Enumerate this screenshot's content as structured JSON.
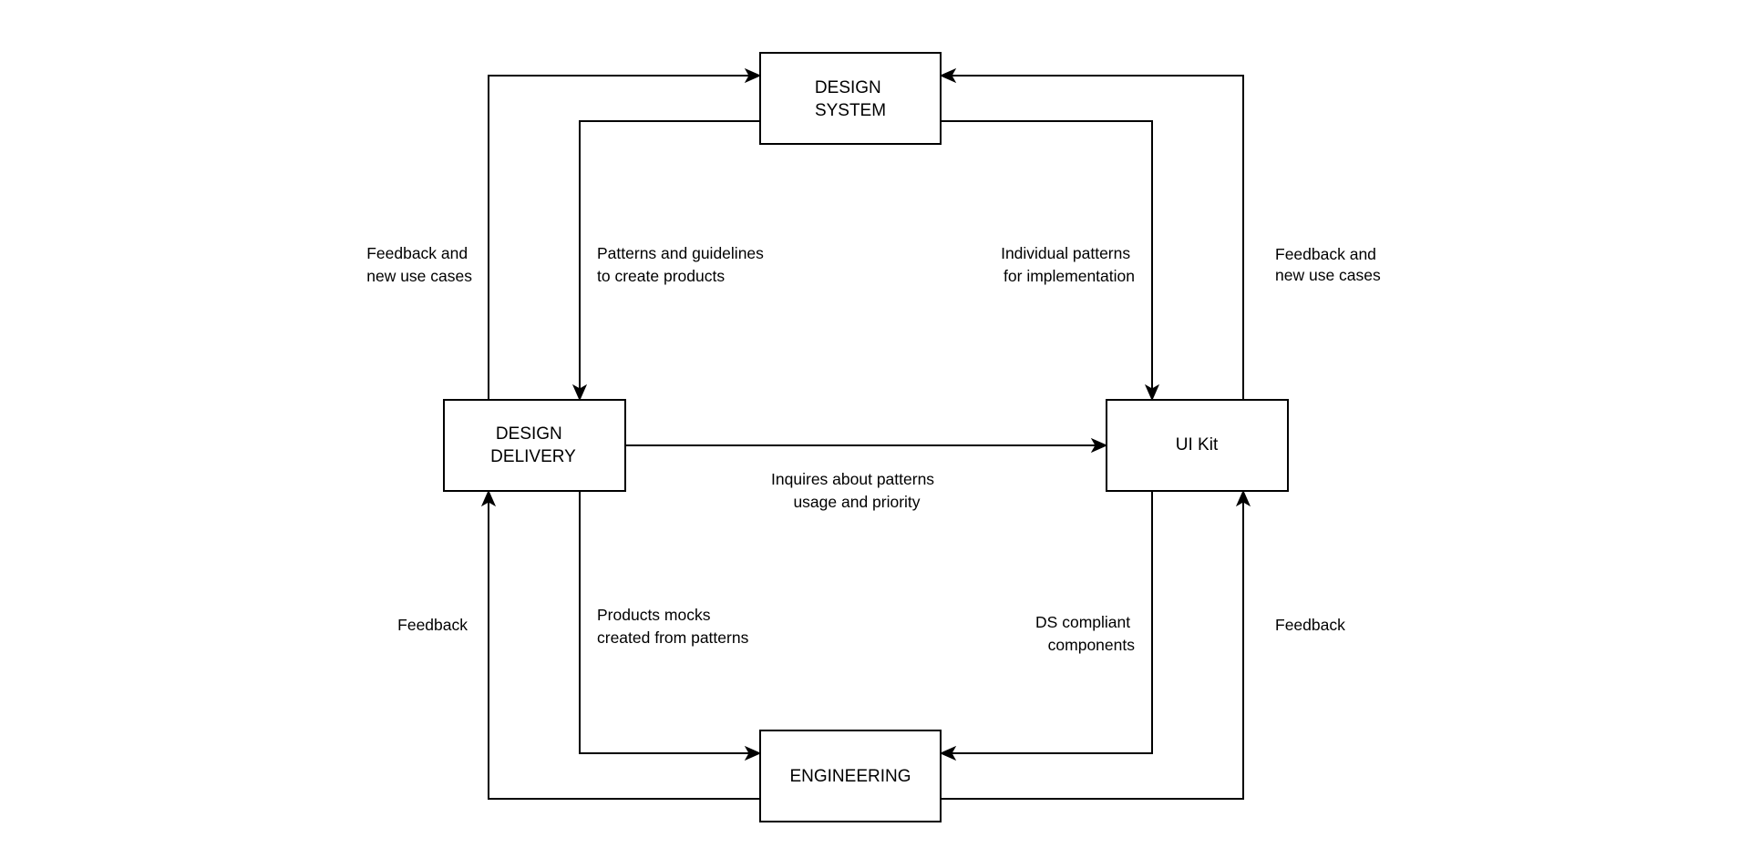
{
  "diagram": {
    "nodes": {
      "design_system": {
        "lines": [
          "DESIGN",
          "SYSTEM"
        ]
      },
      "design_delivery": {
        "lines": [
          "DESIGN",
          "DELIVERY"
        ]
      },
      "ui_kit": {
        "lines": [
          "UI Kit"
        ]
      },
      "engineering": {
        "lines": [
          "ENGINEERING"
        ]
      }
    },
    "edges": {
      "delivery_to_system": {
        "from": "design_delivery",
        "to": "design_system",
        "lines": [
          "Feedback and",
          "new use cases"
        ]
      },
      "system_to_delivery": {
        "from": "design_system",
        "to": "design_delivery",
        "lines": [
          "Patterns and guidelines",
          "to create products"
        ]
      },
      "system_to_uikit": {
        "from": "design_system",
        "to": "ui_kit",
        "lines": [
          "Individual patterns",
          "for implementation"
        ]
      },
      "uikit_to_system": {
        "from": "ui_kit",
        "to": "design_system",
        "lines": [
          "Feedback and",
          "new use cases"
        ]
      },
      "delivery_to_uikit": {
        "from": "design_delivery",
        "to": "ui_kit",
        "lines": [
          "Inquires about patterns",
          "usage and priority"
        ]
      },
      "engineering_to_delivery": {
        "from": "engineering",
        "to": "design_delivery",
        "lines": [
          "Feedback"
        ]
      },
      "delivery_to_engineering": {
        "from": "design_delivery",
        "to": "engineering",
        "lines": [
          "Products mocks",
          "created from patterns"
        ]
      },
      "uikit_to_engineering": {
        "from": "ui_kit",
        "to": "engineering",
        "lines": [
          "DS compliant",
          "components"
        ]
      },
      "engineering_to_uikit": {
        "from": "engineering",
        "to": "ui_kit",
        "lines": [
          "Feedback"
        ]
      }
    }
  }
}
